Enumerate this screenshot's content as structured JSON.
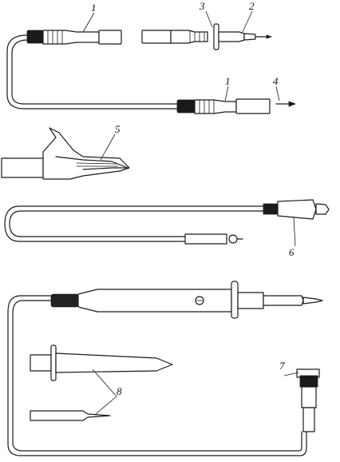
{
  "labels": {
    "l1a": "1",
    "l2": "2",
    "l3": "3",
    "l1b": "1",
    "l4": "4",
    "l5": "5",
    "l6": "6",
    "l7": "7",
    "l8": "8"
  },
  "colors": {
    "ink": "#1a1a1a",
    "paper": "#ffffff"
  }
}
